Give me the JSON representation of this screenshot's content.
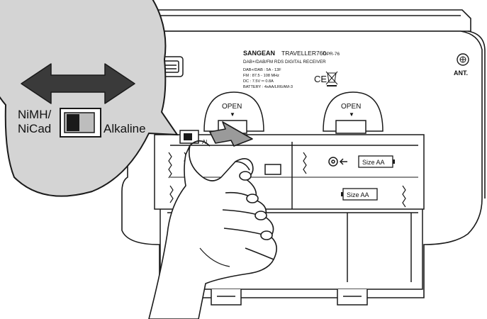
{
  "device": {
    "brand": "SANGEAN",
    "model": "TRAVELLER760",
    "model_code": "DPR-76",
    "subtitle": "DAB+/DAB/FM RDS DIGITAL RECEIVER",
    "spec_lines": [
      "DAB+/DAB : 5A - 13F",
      "FM : 87.5 - 108 MHz",
      "DC : 7.5V ═ 0.8A",
      "BATTERY : 4xAA/LR6/AM-3"
    ],
    "antenna_label": "ANT.",
    "ce_mark": "CE",
    "switch_hint": "Al"
  },
  "battery_doors": [
    {
      "label": "OPEN",
      "arrow": "▼"
    },
    {
      "label": "OPEN",
      "arrow": "▼"
    }
  ],
  "battery_slots": [
    {
      "label": "Size AA"
    },
    {
      "label": "Size AA"
    }
  ],
  "callout": {
    "left_label_line1": "NiMH/",
    "left_label_line2": "NiCad",
    "right_label": "Alkaline"
  },
  "colors": {
    "outline": "#1a1a1a",
    "callout_fill": "#d4d4d4",
    "arrow_fill": "#3a3a3a",
    "pointer_arrow_fill": "#9a9a9a"
  }
}
